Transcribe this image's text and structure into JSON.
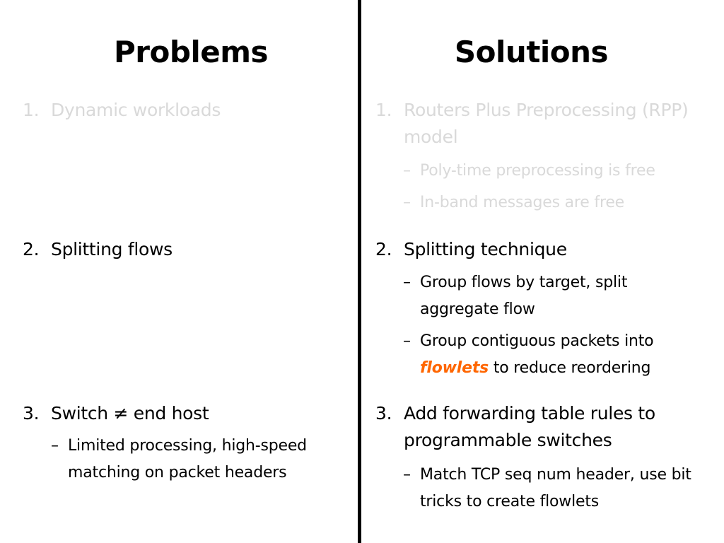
{
  "problems": {
    "heading": "Problems",
    "items": [
      {
        "num": "1.",
        "text": "Dynamic workloads"
      },
      {
        "num": "2.",
        "text": "Splitting flows"
      },
      {
        "num": "3.",
        "text": "Switch ≠ end host",
        "sub": [
          {
            "dash": "–",
            "text": "Limited processing, high-speed matching on packet headers"
          }
        ]
      }
    ]
  },
  "solutions": {
    "heading": "Solutions",
    "items": [
      {
        "num": "1.",
        "text": "Routers Plus Preprocessing (RPP) model",
        "sub": [
          {
            "dash": "–",
            "text": "Poly-time preprocessing is free"
          },
          {
            "dash": "–",
            "text": "In-band messages are free"
          }
        ]
      },
      {
        "num": "2.",
        "text": "Splitting technique",
        "sub": [
          {
            "dash": "–",
            "text": "Group flows by target, split aggregate flow"
          },
          {
            "dash": "–",
            "text_before": "Group contiguous packets into",
            "highlight": "flowlets",
            "text_after": " to reduce reordering"
          }
        ]
      },
      {
        "num": "3.",
        "text": "Add forwarding table rules to programmable switches",
        "sub": [
          {
            "dash": "–",
            "text": "Match TCP seq num header, use bit tricks to create flowlets"
          }
        ]
      }
    ]
  },
  "colors": {
    "faded_text": "#d9d9d9",
    "highlight": "#ff6600",
    "divider": "#000000"
  }
}
